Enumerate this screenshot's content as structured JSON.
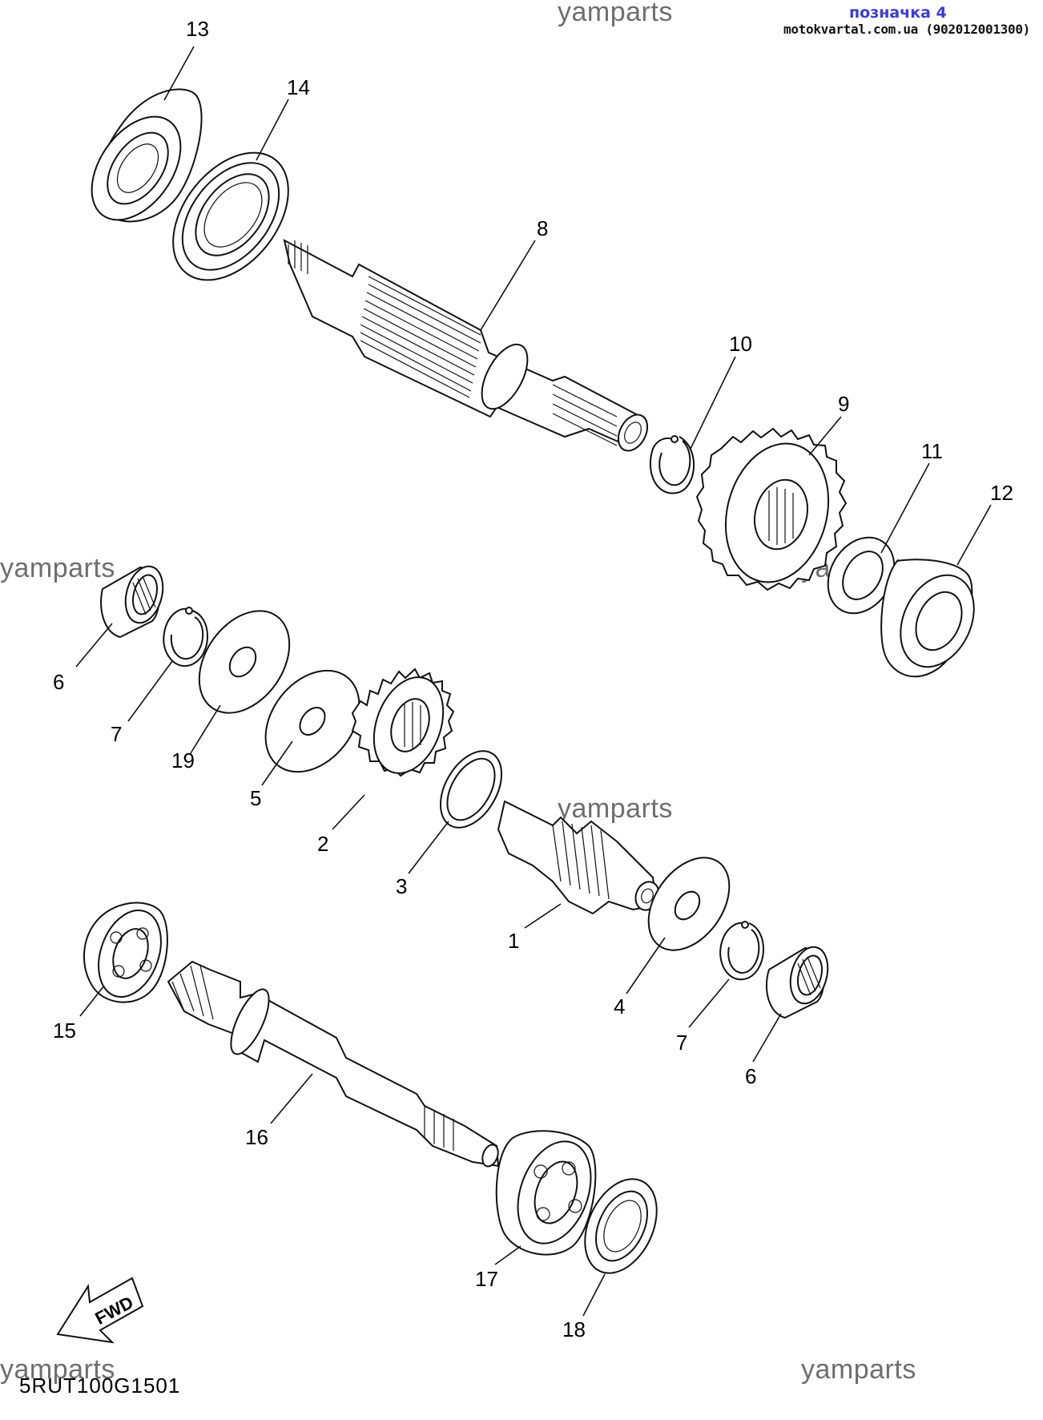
{
  "header": {
    "title": "позначка 4",
    "source": "motokvartal.com.ua (902012001300)"
  },
  "watermarks": [
    "yamparts",
    "yamparts",
    "yamparts",
    "yamparts",
    "yamparts",
    "yamparts",
    "yamparts"
  ],
  "diagram_code": "5RUT100G1501",
  "fwd_label": "FWD",
  "callouts": [
    "13",
    "14",
    "8",
    "10",
    "9",
    "11",
    "12",
    "6",
    "7",
    "19",
    "5",
    "2",
    "3",
    "1",
    "4",
    "7",
    "6",
    "15",
    "16",
    "17",
    "18"
  ]
}
